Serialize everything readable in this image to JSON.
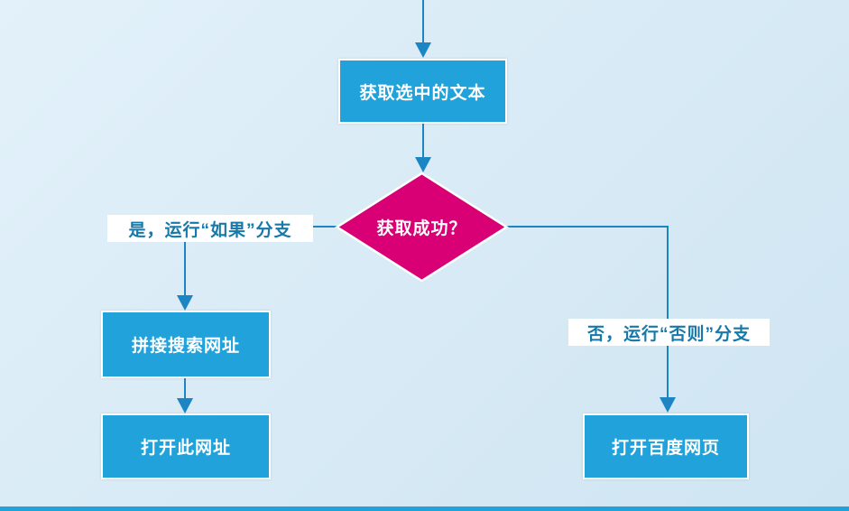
{
  "flowchart": {
    "nodes": {
      "start": {
        "label": "获取选中的文本",
        "type": "process"
      },
      "decision": {
        "label": "获取成功？",
        "type": "decision"
      },
      "build_url": {
        "label": "拼接搜索网址",
        "type": "process"
      },
      "open_url": {
        "label": "打开此网址",
        "type": "process"
      },
      "open_baidu": {
        "label": "打开百度网页",
        "type": "process"
      }
    },
    "edges": {
      "yes_label": "是，运行“如果”分支",
      "no_label": "否，运行“否则”分支"
    },
    "colors": {
      "process_fill": "#21A2DB",
      "decision_fill": "#D80074",
      "connector": "#1C86C5",
      "edge_label_text": "#1679A9",
      "node_border": "#FFFFFF",
      "background": "#D9EBF6",
      "bottom_bar": "#21A2DB"
    }
  }
}
